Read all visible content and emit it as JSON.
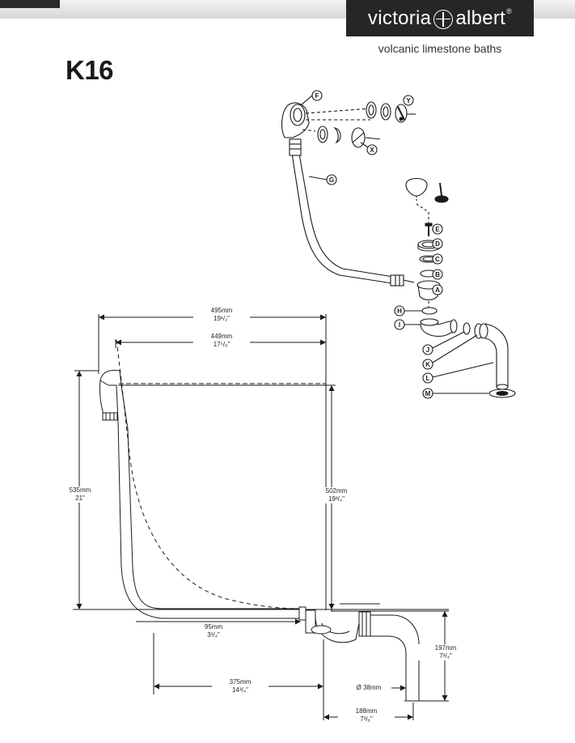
{
  "brand": {
    "name_left": "victoria",
    "name_right": "albert",
    "registered": "®",
    "tagline": "volcanic limestone baths",
    "logo_icon": "circled-plus-icon"
  },
  "model": "K16",
  "part_labels": [
    "F",
    "Y",
    "X",
    "G",
    "E",
    "D",
    "C",
    "B",
    "A",
    "H",
    "I",
    "J",
    "K",
    "L",
    "M"
  ],
  "dimensions": {
    "d495": {
      "metric": "495mm",
      "imperial": "19¹/₂\""
    },
    "d449": {
      "metric": "449mm",
      "imperial": "17⁵/₈\""
    },
    "d535": {
      "metric": "535mm",
      "imperial": "21\""
    },
    "d502": {
      "metric": "502mm",
      "imperial": "19³/₄\""
    },
    "d95": {
      "metric": "95mm",
      "imperial": "3³/₄\""
    },
    "d197": {
      "metric": "197mm",
      "imperial": "7³/₄\""
    },
    "d375": {
      "metric": "375mm",
      "imperial": "14³/₄\""
    },
    "d38": {
      "metric": "Ø 38mm"
    },
    "d188": {
      "metric": "188mm",
      "imperial": "7³/₈\""
    }
  },
  "colors": {
    "ink": "#1a1a1a",
    "brand_bg": "#262626"
  }
}
